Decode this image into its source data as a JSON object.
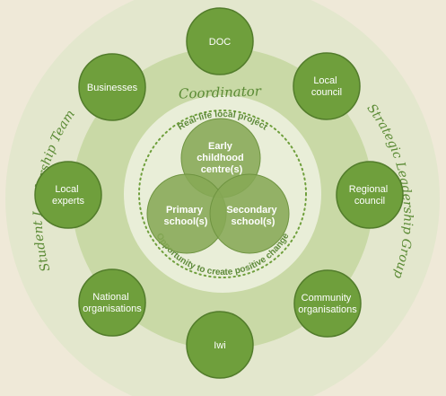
{
  "diagram": {
    "coordinator": "Coordinator",
    "student_team": "Student Leadership Team",
    "strategic_group": "Strategic Leadership Group",
    "project_top": "Real-life local project",
    "project_bottom": "Opportunity to create positive change",
    "venn": {
      "early": [
        "Early",
        "childhood",
        "centre(s)"
      ],
      "primary": [
        "Primary",
        "school(s)"
      ],
      "secondary": [
        "Secondary",
        "school(s)"
      ]
    },
    "partners": [
      {
        "id": "doc",
        "lines": [
          "DOC"
        ]
      },
      {
        "id": "local-council",
        "lines": [
          "Local",
          "council"
        ]
      },
      {
        "id": "regional-council",
        "lines": [
          "Regional",
          "council"
        ]
      },
      {
        "id": "community-organisations",
        "lines": [
          "Community",
          "organisations"
        ]
      },
      {
        "id": "iwi",
        "lines": [
          "Iwi"
        ]
      },
      {
        "id": "national-organisations",
        "lines": [
          "National",
          "organisations"
        ]
      },
      {
        "id": "local-experts",
        "lines": [
          "Local",
          "experts"
        ]
      },
      {
        "id": "businesses",
        "lines": [
          "Businesses"
        ]
      }
    ],
    "colors": {
      "background": "#efe9d8",
      "outer_ring": "#e3e7cd",
      "mid_ring": "#c9d9a6",
      "inner_disc": "#e9eed8",
      "node_fill": "#6f9f3c",
      "node_stroke": "#527c2b",
      "venn_fill": "#86a955",
      "accent_text": "#5a8a34"
    }
  }
}
